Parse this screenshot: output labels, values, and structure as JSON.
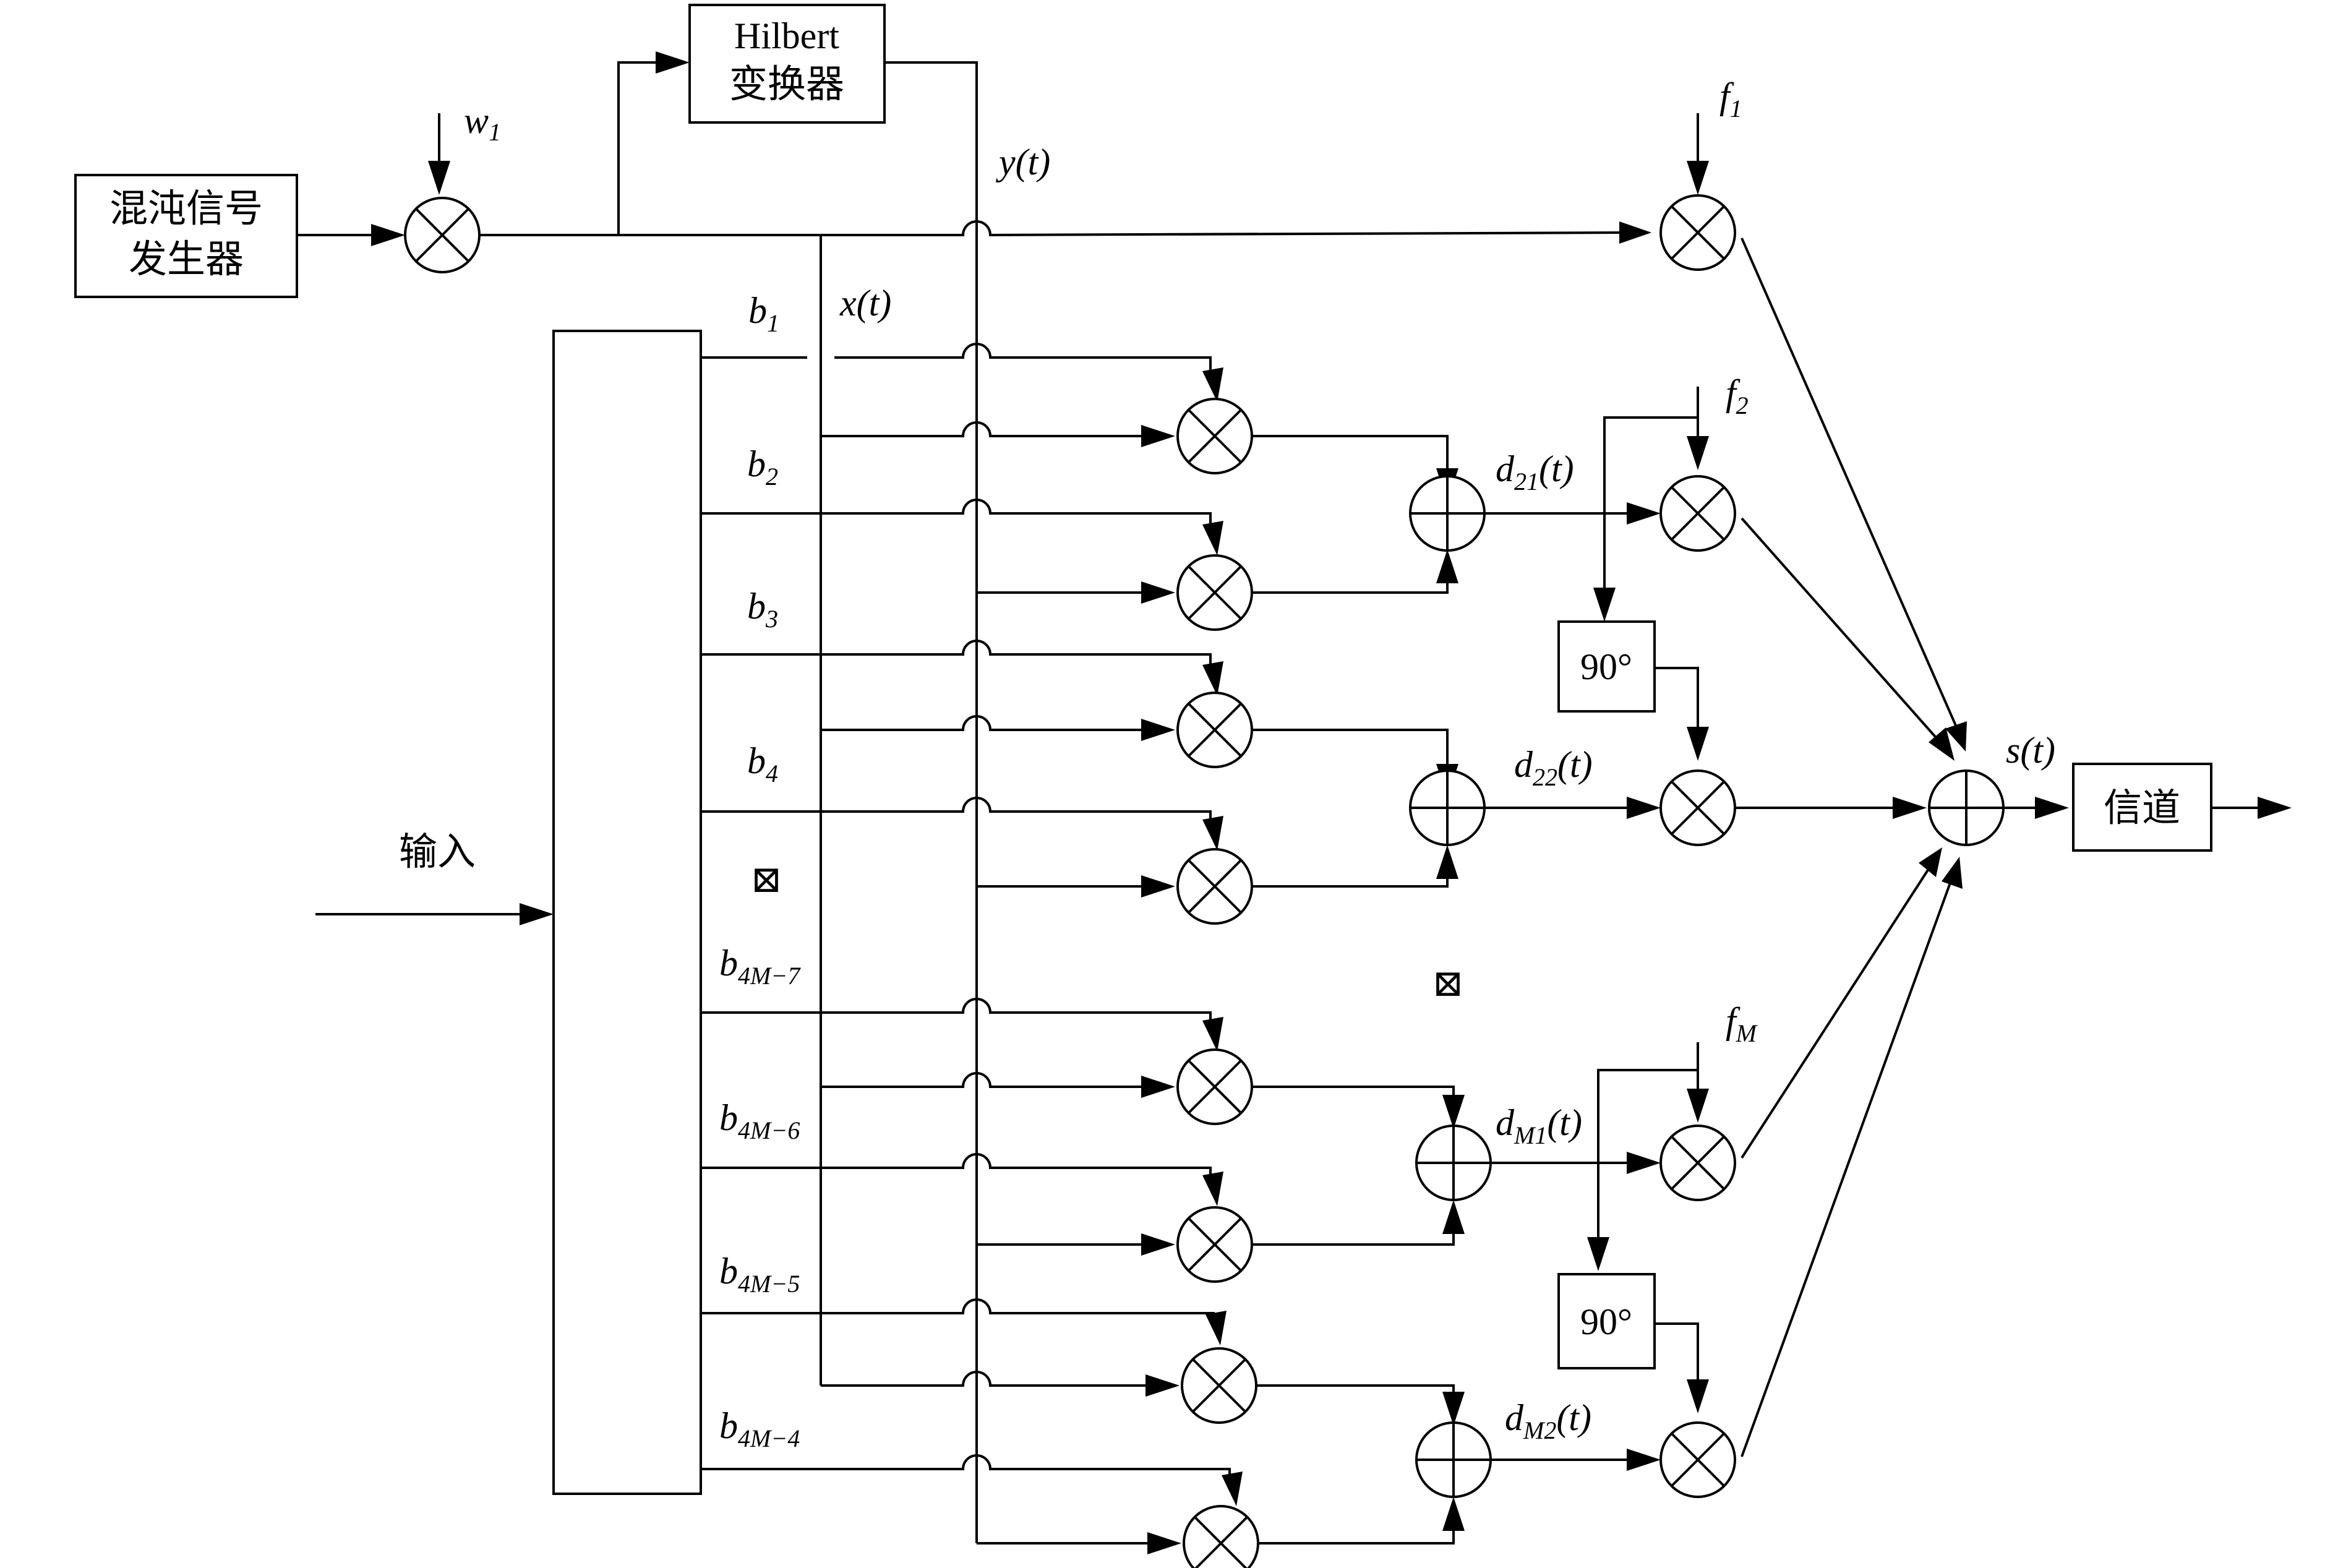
{
  "blocks": {
    "chaos_line1": "混沌信号",
    "chaos_line2": "发生器",
    "hilbert_line1": "Hilbert",
    "hilbert_line2": "变换器",
    "phase1": "90°",
    "phase2": "90°",
    "channel": "信道",
    "input": "输入"
  },
  "signals": {
    "w": "w",
    "w_sub": "1",
    "y": "y(t)",
    "x": "x(t)",
    "s": "s(t)",
    "f1": "f",
    "f1_sub": "1",
    "f2": "f",
    "f2_sub": "2",
    "fM": "f",
    "fM_sub": "M"
  },
  "bits": [
    {
      "b": "b",
      "sub": "1"
    },
    {
      "b": "b",
      "sub": "2"
    },
    {
      "b": "b",
      "sub": "3"
    },
    {
      "b": "b",
      "sub": "4"
    },
    {
      "b": "b",
      "sub": "4M−7"
    },
    {
      "b": "b",
      "sub": "4M−6"
    },
    {
      "b": "b",
      "sub": "4M−5"
    },
    {
      "b": "b",
      "sub": "4M−4"
    }
  ],
  "sums": [
    {
      "d": "d",
      "sub": "21",
      "tail": "(t)"
    },
    {
      "d": "d",
      "sub": "22",
      "tail": "(t)"
    },
    {
      "d": "d",
      "sub": "M1",
      "tail": "(t)"
    },
    {
      "d": "d",
      "sub": "M2",
      "tail": "(t)"
    }
  ],
  "ellipsis_glyph": "⊠"
}
